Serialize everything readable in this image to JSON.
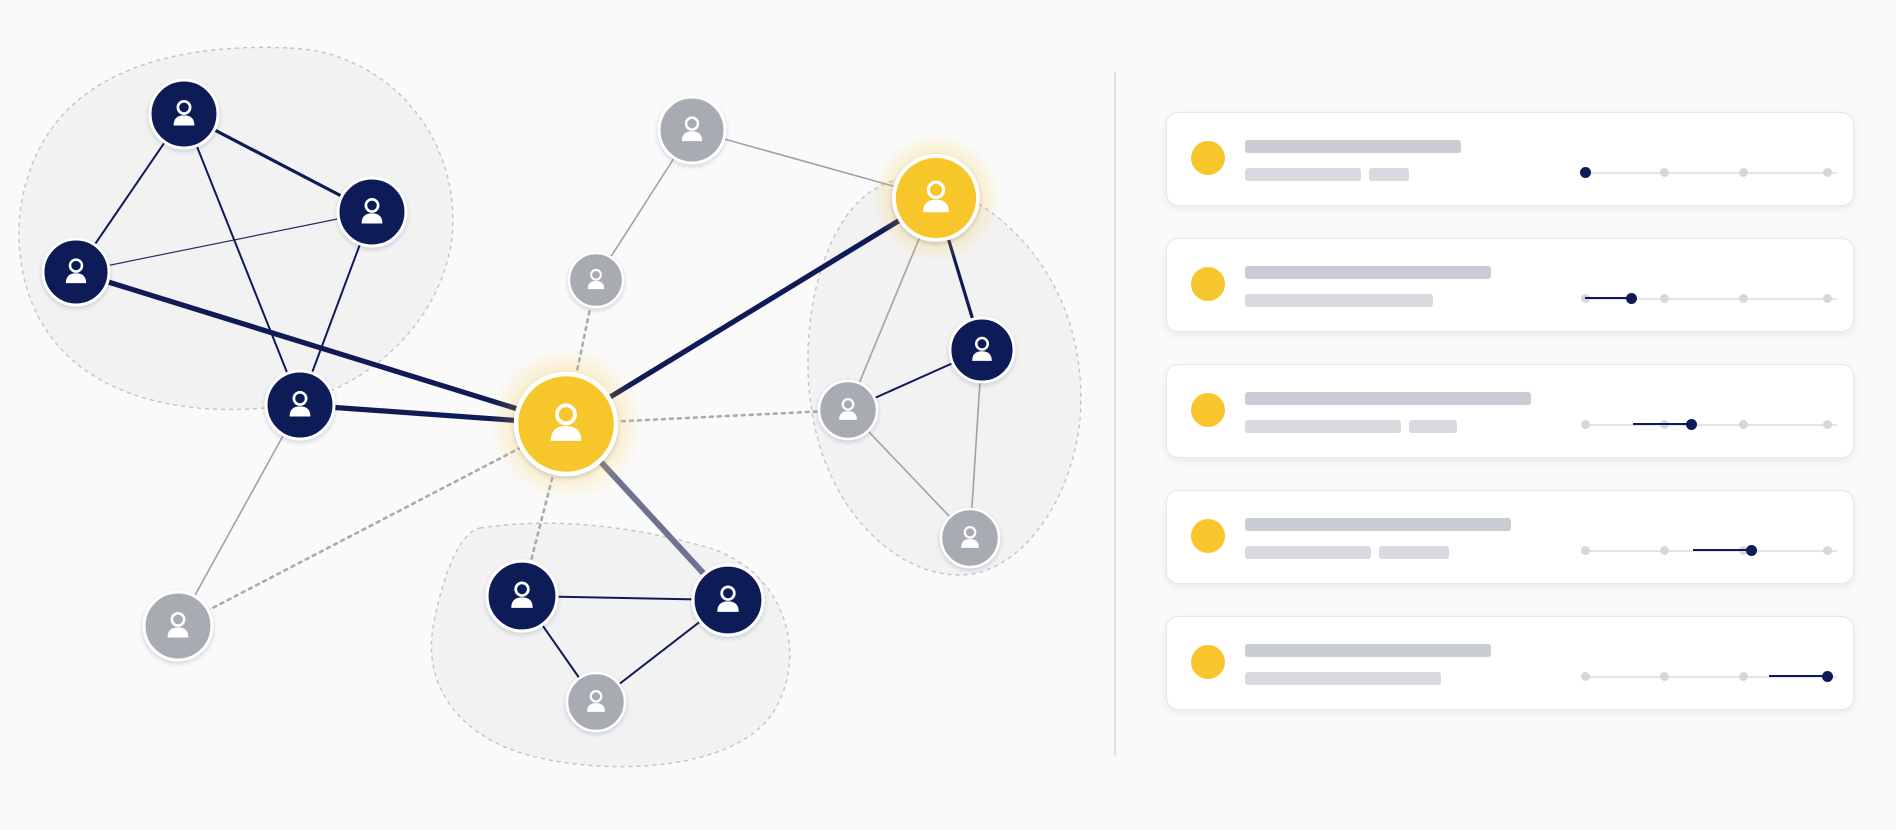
{
  "colors": {
    "navy": "#0f1a56",
    "yellow": "#f6c62c",
    "gray": "#a9abb2",
    "hull_fill": "#f2f2f3",
    "hull_stroke": "#c2c4c9",
    "bar": "#caccd3",
    "card_dot": "#f6c62c"
  },
  "icons": {
    "node": "user-icon"
  },
  "graph": {
    "nodes": [
      {
        "id": "a1",
        "kind": "navy"
      },
      {
        "id": "a2",
        "kind": "navy"
      },
      {
        "id": "a3",
        "kind": "navy"
      },
      {
        "id": "a4",
        "kind": "navy"
      },
      {
        "id": "c",
        "kind": "yellow",
        "halo": true
      },
      {
        "id": "g1",
        "kind": "gray"
      },
      {
        "id": "g2",
        "kind": "gray"
      },
      {
        "id": "g3",
        "kind": "gray"
      },
      {
        "id": "y2",
        "kind": "yellow",
        "halo": true
      },
      {
        "id": "r1",
        "kind": "navy"
      },
      {
        "id": "r2",
        "kind": "gray"
      },
      {
        "id": "r3",
        "kind": "gray"
      },
      {
        "id": "b1",
        "kind": "navy"
      },
      {
        "id": "b2",
        "kind": "navy"
      },
      {
        "id": "b3",
        "kind": "gray"
      }
    ],
    "edges": [
      {
        "from": "a1",
        "to": "a2",
        "style": "navy-bold"
      },
      {
        "from": "a1",
        "to": "a3",
        "style": "navy"
      },
      {
        "from": "a1",
        "to": "a4",
        "style": "navy"
      },
      {
        "from": "a2",
        "to": "a3",
        "style": "navy-thin"
      },
      {
        "from": "a2",
        "to": "a4",
        "style": "navy"
      },
      {
        "from": "a3",
        "to": "c",
        "style": "navy-heavy"
      },
      {
        "from": "a4",
        "to": "c",
        "style": "navy-heavy"
      },
      {
        "from": "a4",
        "to": "g1",
        "style": "gray"
      },
      {
        "from": "g1",
        "to": "c",
        "style": "gray-dotted"
      },
      {
        "from": "c",
        "to": "g2",
        "style": "gray-dotted"
      },
      {
        "from": "g2",
        "to": "g3",
        "style": "gray"
      },
      {
        "from": "g3",
        "to": "y2",
        "style": "gray"
      },
      {
        "from": "c",
        "to": "y2",
        "style": "navy-heavy"
      },
      {
        "from": "c",
        "to": "r2",
        "style": "gray-dotted"
      },
      {
        "from": "c",
        "to": "b1",
        "style": "gray-dotted"
      },
      {
        "from": "c",
        "to": "b2",
        "style": "slate-heavy"
      },
      {
        "from": "y2",
        "to": "r1",
        "style": "navy-bold"
      },
      {
        "from": "y2",
        "to": "r2",
        "style": "gray"
      },
      {
        "from": "r1",
        "to": "r2",
        "style": "navy"
      },
      {
        "from": "r1",
        "to": "r3",
        "style": "gray"
      },
      {
        "from": "r2",
        "to": "r3",
        "style": "gray"
      },
      {
        "from": "b1",
        "to": "b2",
        "style": "navy"
      },
      {
        "from": "b1",
        "to": "b3",
        "style": "navy"
      },
      {
        "from": "b2",
        "to": "b3",
        "style": "navy"
      }
    ],
    "groups": [
      {
        "id": "left-cluster",
        "members": [
          "a1",
          "a2",
          "a3",
          "a4"
        ]
      },
      {
        "id": "right-cluster",
        "members": [
          "y2",
          "r1",
          "r2",
          "r3"
        ]
      },
      {
        "id": "bottom-cluster",
        "members": [
          "b1",
          "b2",
          "b3"
        ]
      }
    ]
  },
  "cards": [
    {
      "step": 1,
      "steps": 4
    },
    {
      "step": 2,
      "steps": 4
    },
    {
      "step": 3,
      "steps": 4
    },
    {
      "step": 4,
      "steps": 4
    },
    {
      "step": 5,
      "steps": 4
    }
  ]
}
